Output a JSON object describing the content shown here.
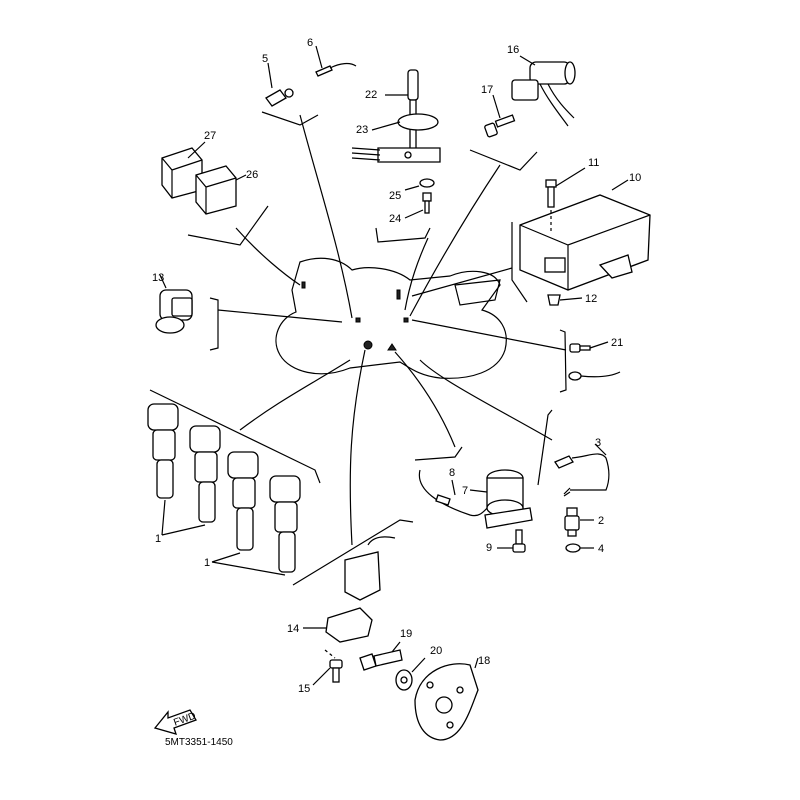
{
  "diagram_code": "5MT3351-1450",
  "fwd_label": "FWD",
  "callouts": {
    "p1a": "1",
    "p1b": "1",
    "p2": "2",
    "p3": "3",
    "p4": "4",
    "p5": "5",
    "p6": "6",
    "p7": "7",
    "p8": "8",
    "p9": "9",
    "p10": "10",
    "p11": "11",
    "p12": "12",
    "p13": "13",
    "p14": "14",
    "p15": "15",
    "p16": "16",
    "p17": "17",
    "p18": "18",
    "p19": "19",
    "p20": "20",
    "p21": "21",
    "p22": "22",
    "p23": "23",
    "p24": "24",
    "p25": "25",
    "p26": "26",
    "p27": "27"
  }
}
